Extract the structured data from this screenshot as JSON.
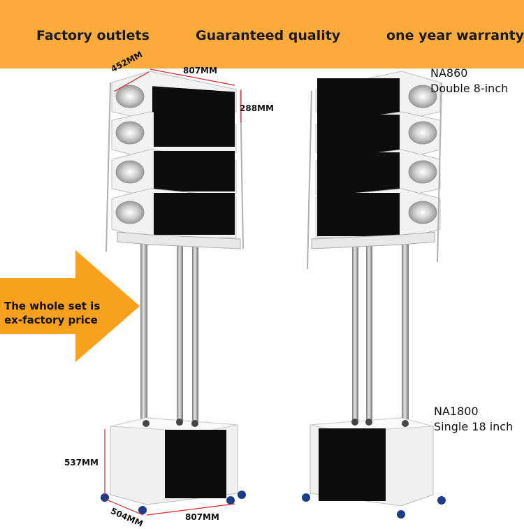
{
  "banner": {
    "color": "#fbab3b",
    "items": [
      "Factory outlets",
      "Guaranteed quality",
      "one year warranty"
    ]
  },
  "arrow": {
    "color": "#f8a11f",
    "lines": [
      "The whole set is",
      "ex-factory price"
    ]
  },
  "products": {
    "top": {
      "model": "NA860",
      "desc": "Double 8-inch"
    },
    "bottom": {
      "model": "NA1800",
      "desc": "Single 18 inch"
    }
  },
  "dimensions": {
    "top_depth": "452MM",
    "top_width": "807MM",
    "top_height": "288MM",
    "sub_height": "537MM",
    "sub_depth": "504MM",
    "sub_width": "807MM"
  }
}
